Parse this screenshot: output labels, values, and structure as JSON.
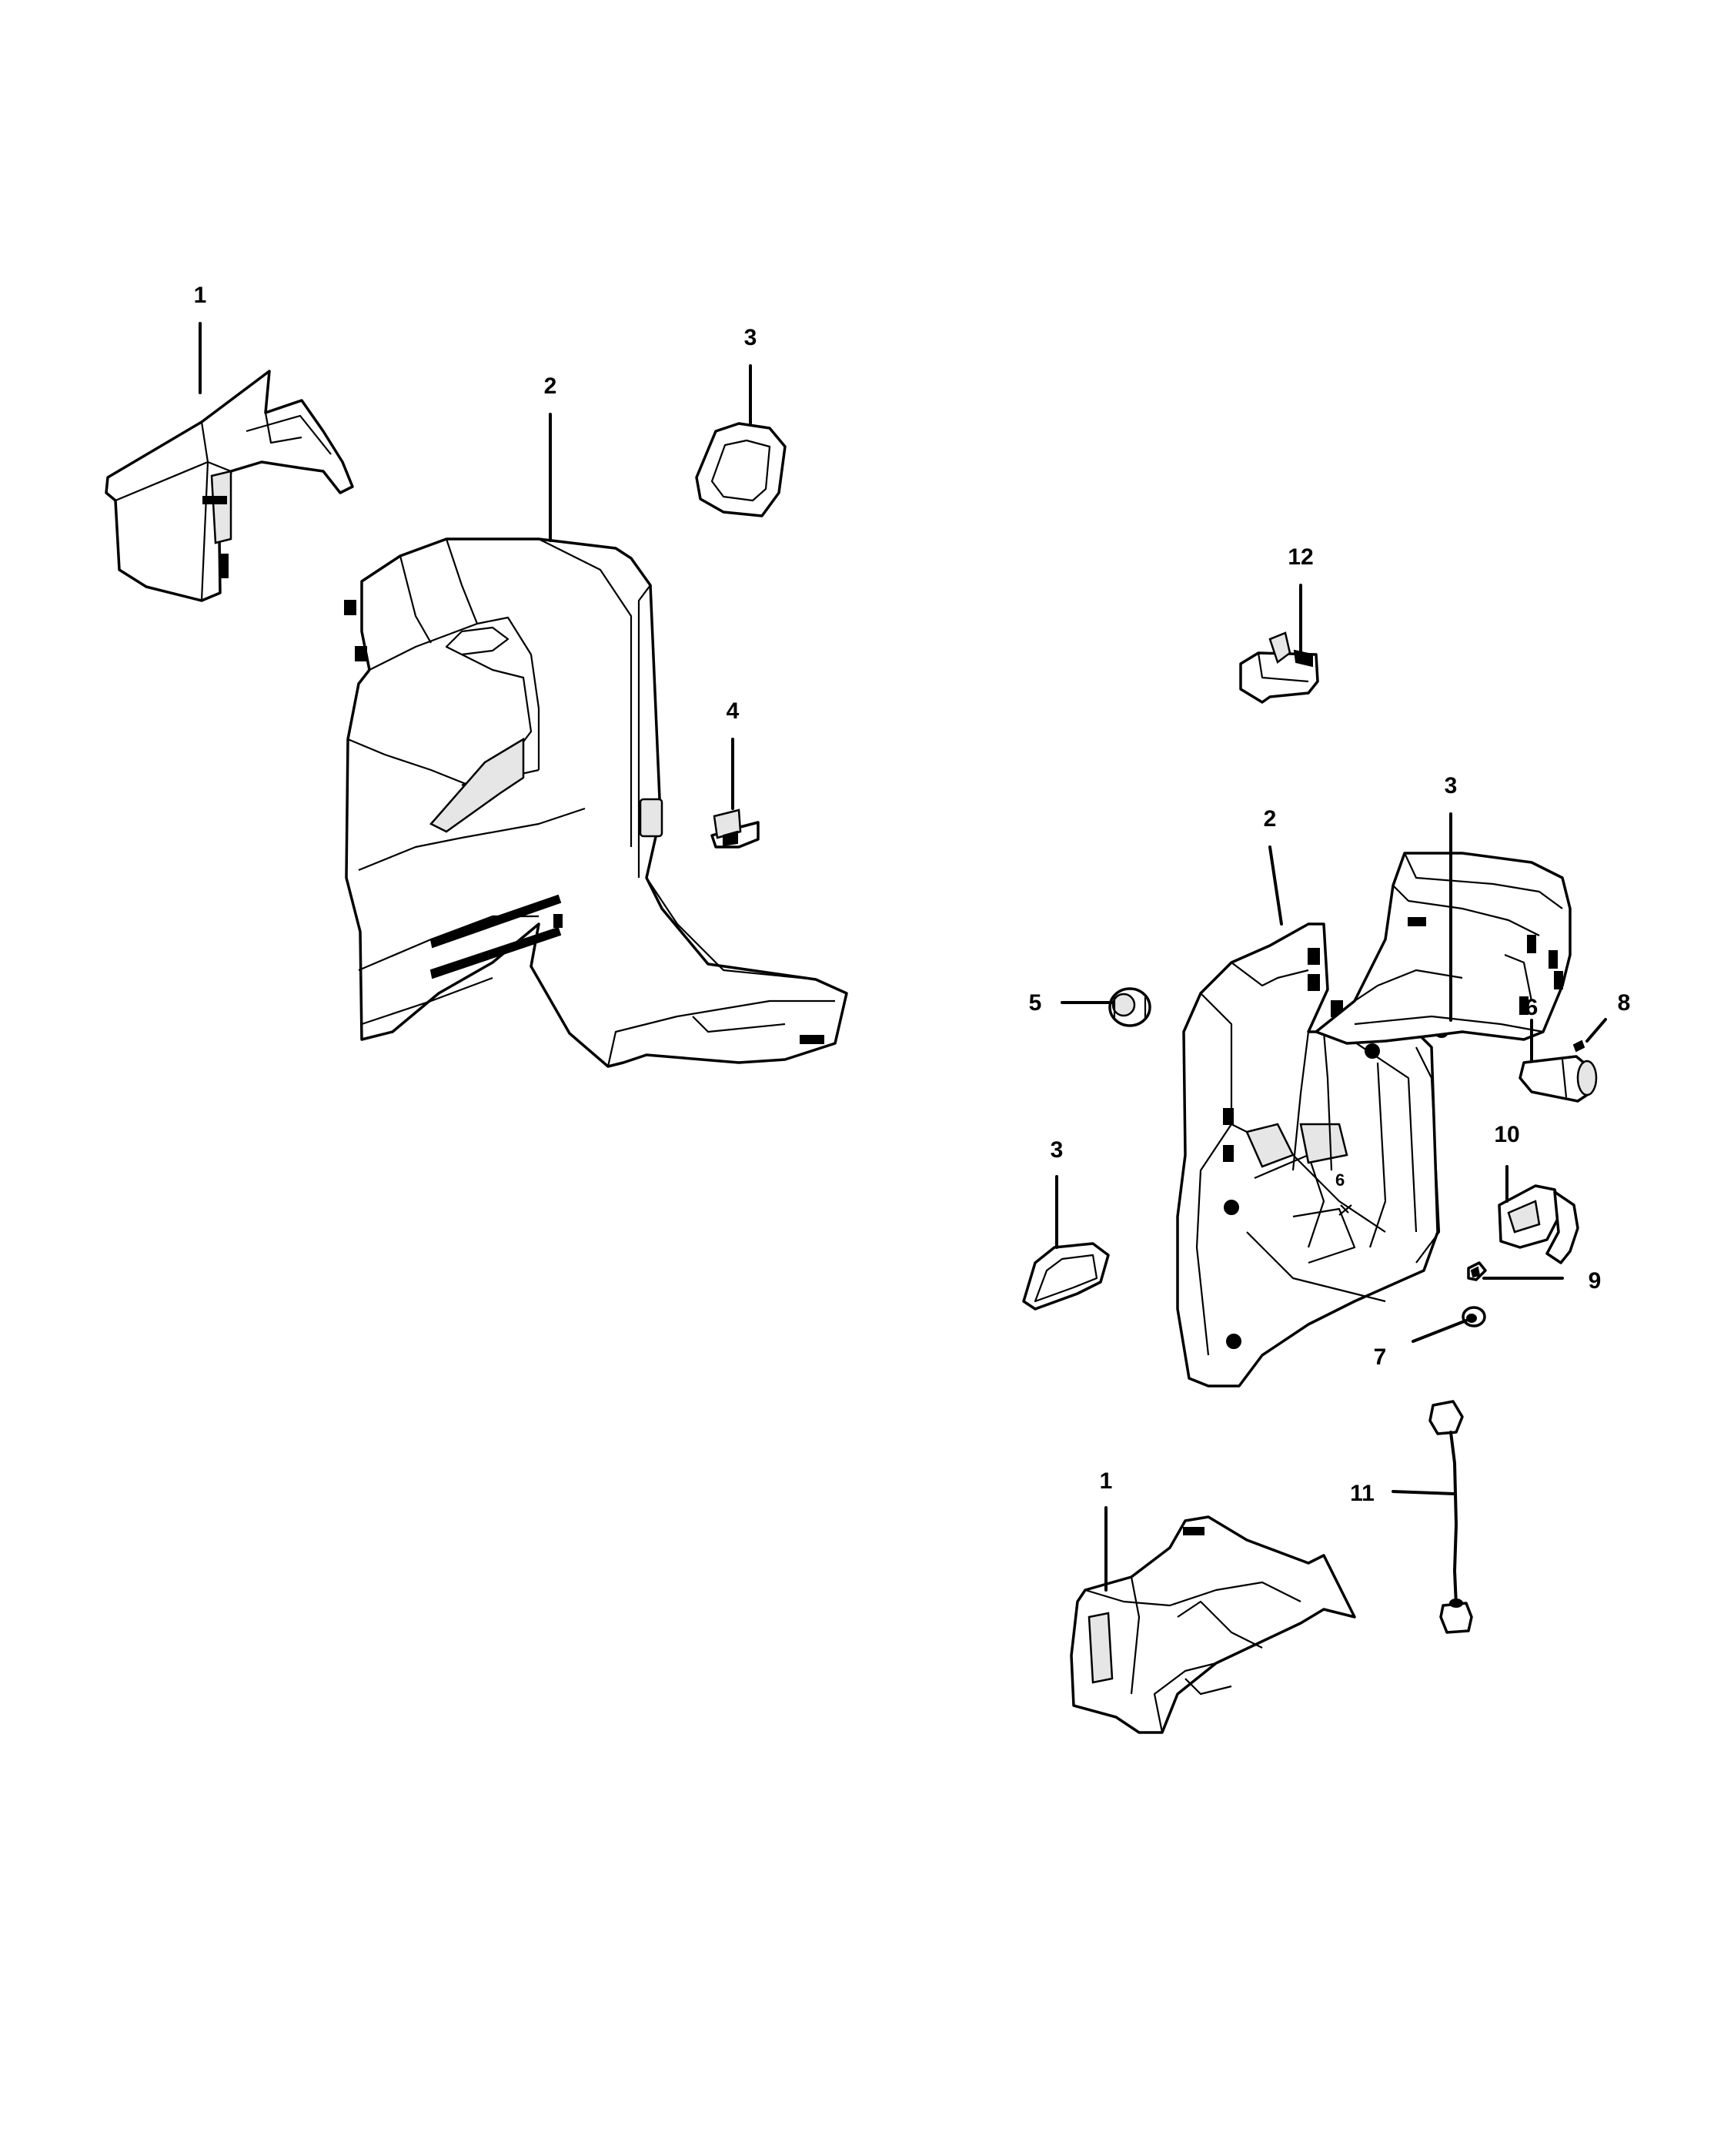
{
  "diagram": {
    "line_color": "#000000",
    "background": "#ffffff",
    "left_assembly": {
      "callouts": {
        "part_1": "1",
        "part_2": "2",
        "part_3": "3",
        "part_4": "4"
      }
    },
    "right_assembly": {
      "callouts": {
        "part_12": "12",
        "part_2": "2",
        "part_3_upper": "3",
        "part_5": "5",
        "part_6": "6",
        "part_8": "8",
        "part_10": "10",
        "part_3_lower": "3",
        "part_9": "9",
        "part_7": "7",
        "part_11": "11",
        "part_1": "1"
      }
    }
  }
}
